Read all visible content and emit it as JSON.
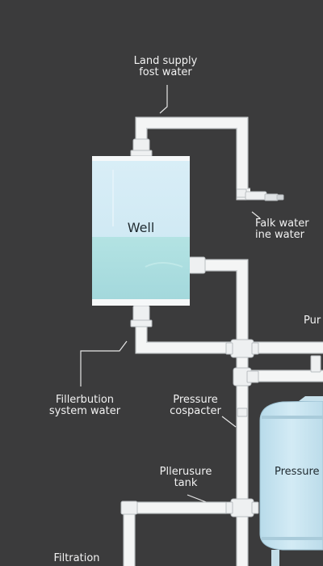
{
  "labels": {
    "land_supply": [
      "Land supply",
      "fost water"
    ],
    "falk_water": [
      "Falk water",
      "ine water"
    ],
    "well": "Well",
    "pump": "Pur",
    "fillerbution": [
      "Fillerbution",
      "system water"
    ],
    "pressure_cospacter": [
      "Pressure",
      "cospacter"
    ],
    "pressure_tank_label": "Pressure",
    "pllerusure_tank": [
      "Pllerusure",
      "tank"
    ],
    "filtration": "Filtration"
  },
  "colors": {
    "background": "#3b3b3c",
    "pipe": "#f4f5f5",
    "water_light": "#cfe8f3",
    "water": "#a6dcdf",
    "tank": "#c6e4f1",
    "leader": "#e6e6e6"
  }
}
